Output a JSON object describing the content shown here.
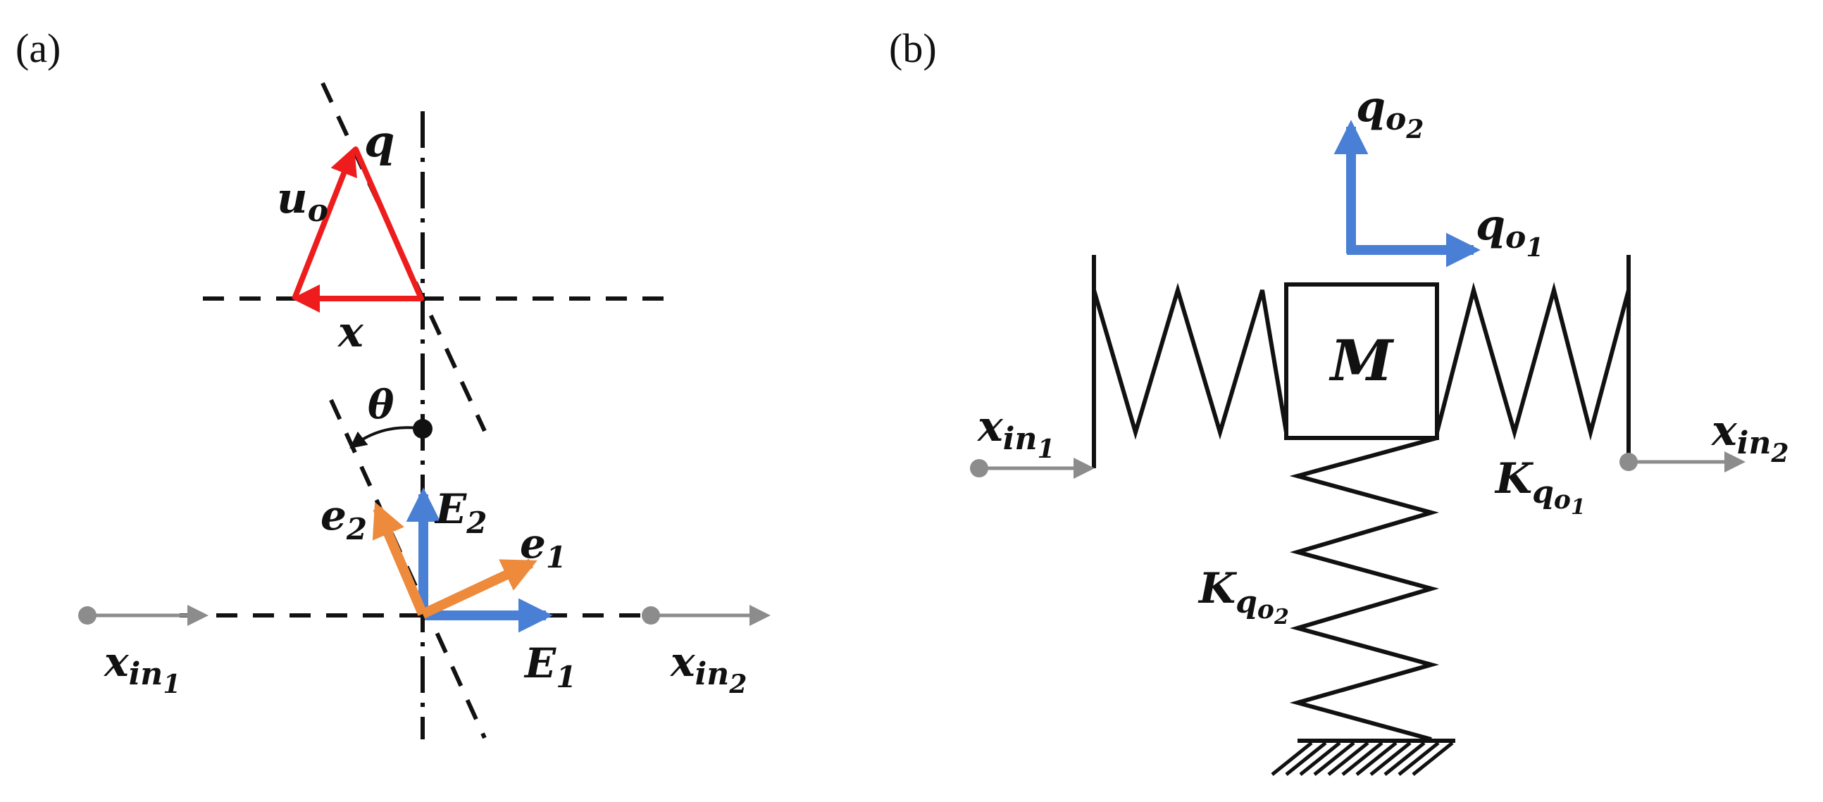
{
  "colors": {
    "red": "#ee1c1c",
    "blue": "#4a7fd6",
    "orange": "#ed8a3c",
    "gray": "#8c8c8c",
    "black": "#111111"
  },
  "panel_a": {
    "label": "(a)",
    "q": "q",
    "u": "u",
    "u_sub": "o",
    "x": "x",
    "theta": "θ",
    "E1": "E",
    "E1_sub": "1",
    "E2": "E",
    "E2_sub": "2",
    "e1": "e",
    "e1_sub": "1",
    "e2": "e",
    "e2_sub": "2",
    "xin1": "x",
    "xin1_sub": "in",
    "xin1_subsub": "1",
    "xin2": "x",
    "xin2_sub": "in",
    "xin2_subsub": "2"
  },
  "panel_b": {
    "label": "(b)",
    "mass": "M",
    "qo1": "q",
    "qo1_sub": "o",
    "qo1_subsub": "1",
    "qo2": "q",
    "qo2_sub": "o",
    "qo2_subsub": "2",
    "kqo1": "K",
    "kqo1_sub": "q",
    "kqo1_subsub": "o",
    "kqo1_subsubsub": "1",
    "kqo2": "K",
    "kqo2_sub": "q",
    "kqo2_subsub": "o",
    "kqo2_subsubsub": "2",
    "xin1": "x",
    "xin1_sub": "in",
    "xin1_subsub": "1",
    "xin2": "x",
    "xin2_sub": "in",
    "xin2_subsub": "2"
  }
}
